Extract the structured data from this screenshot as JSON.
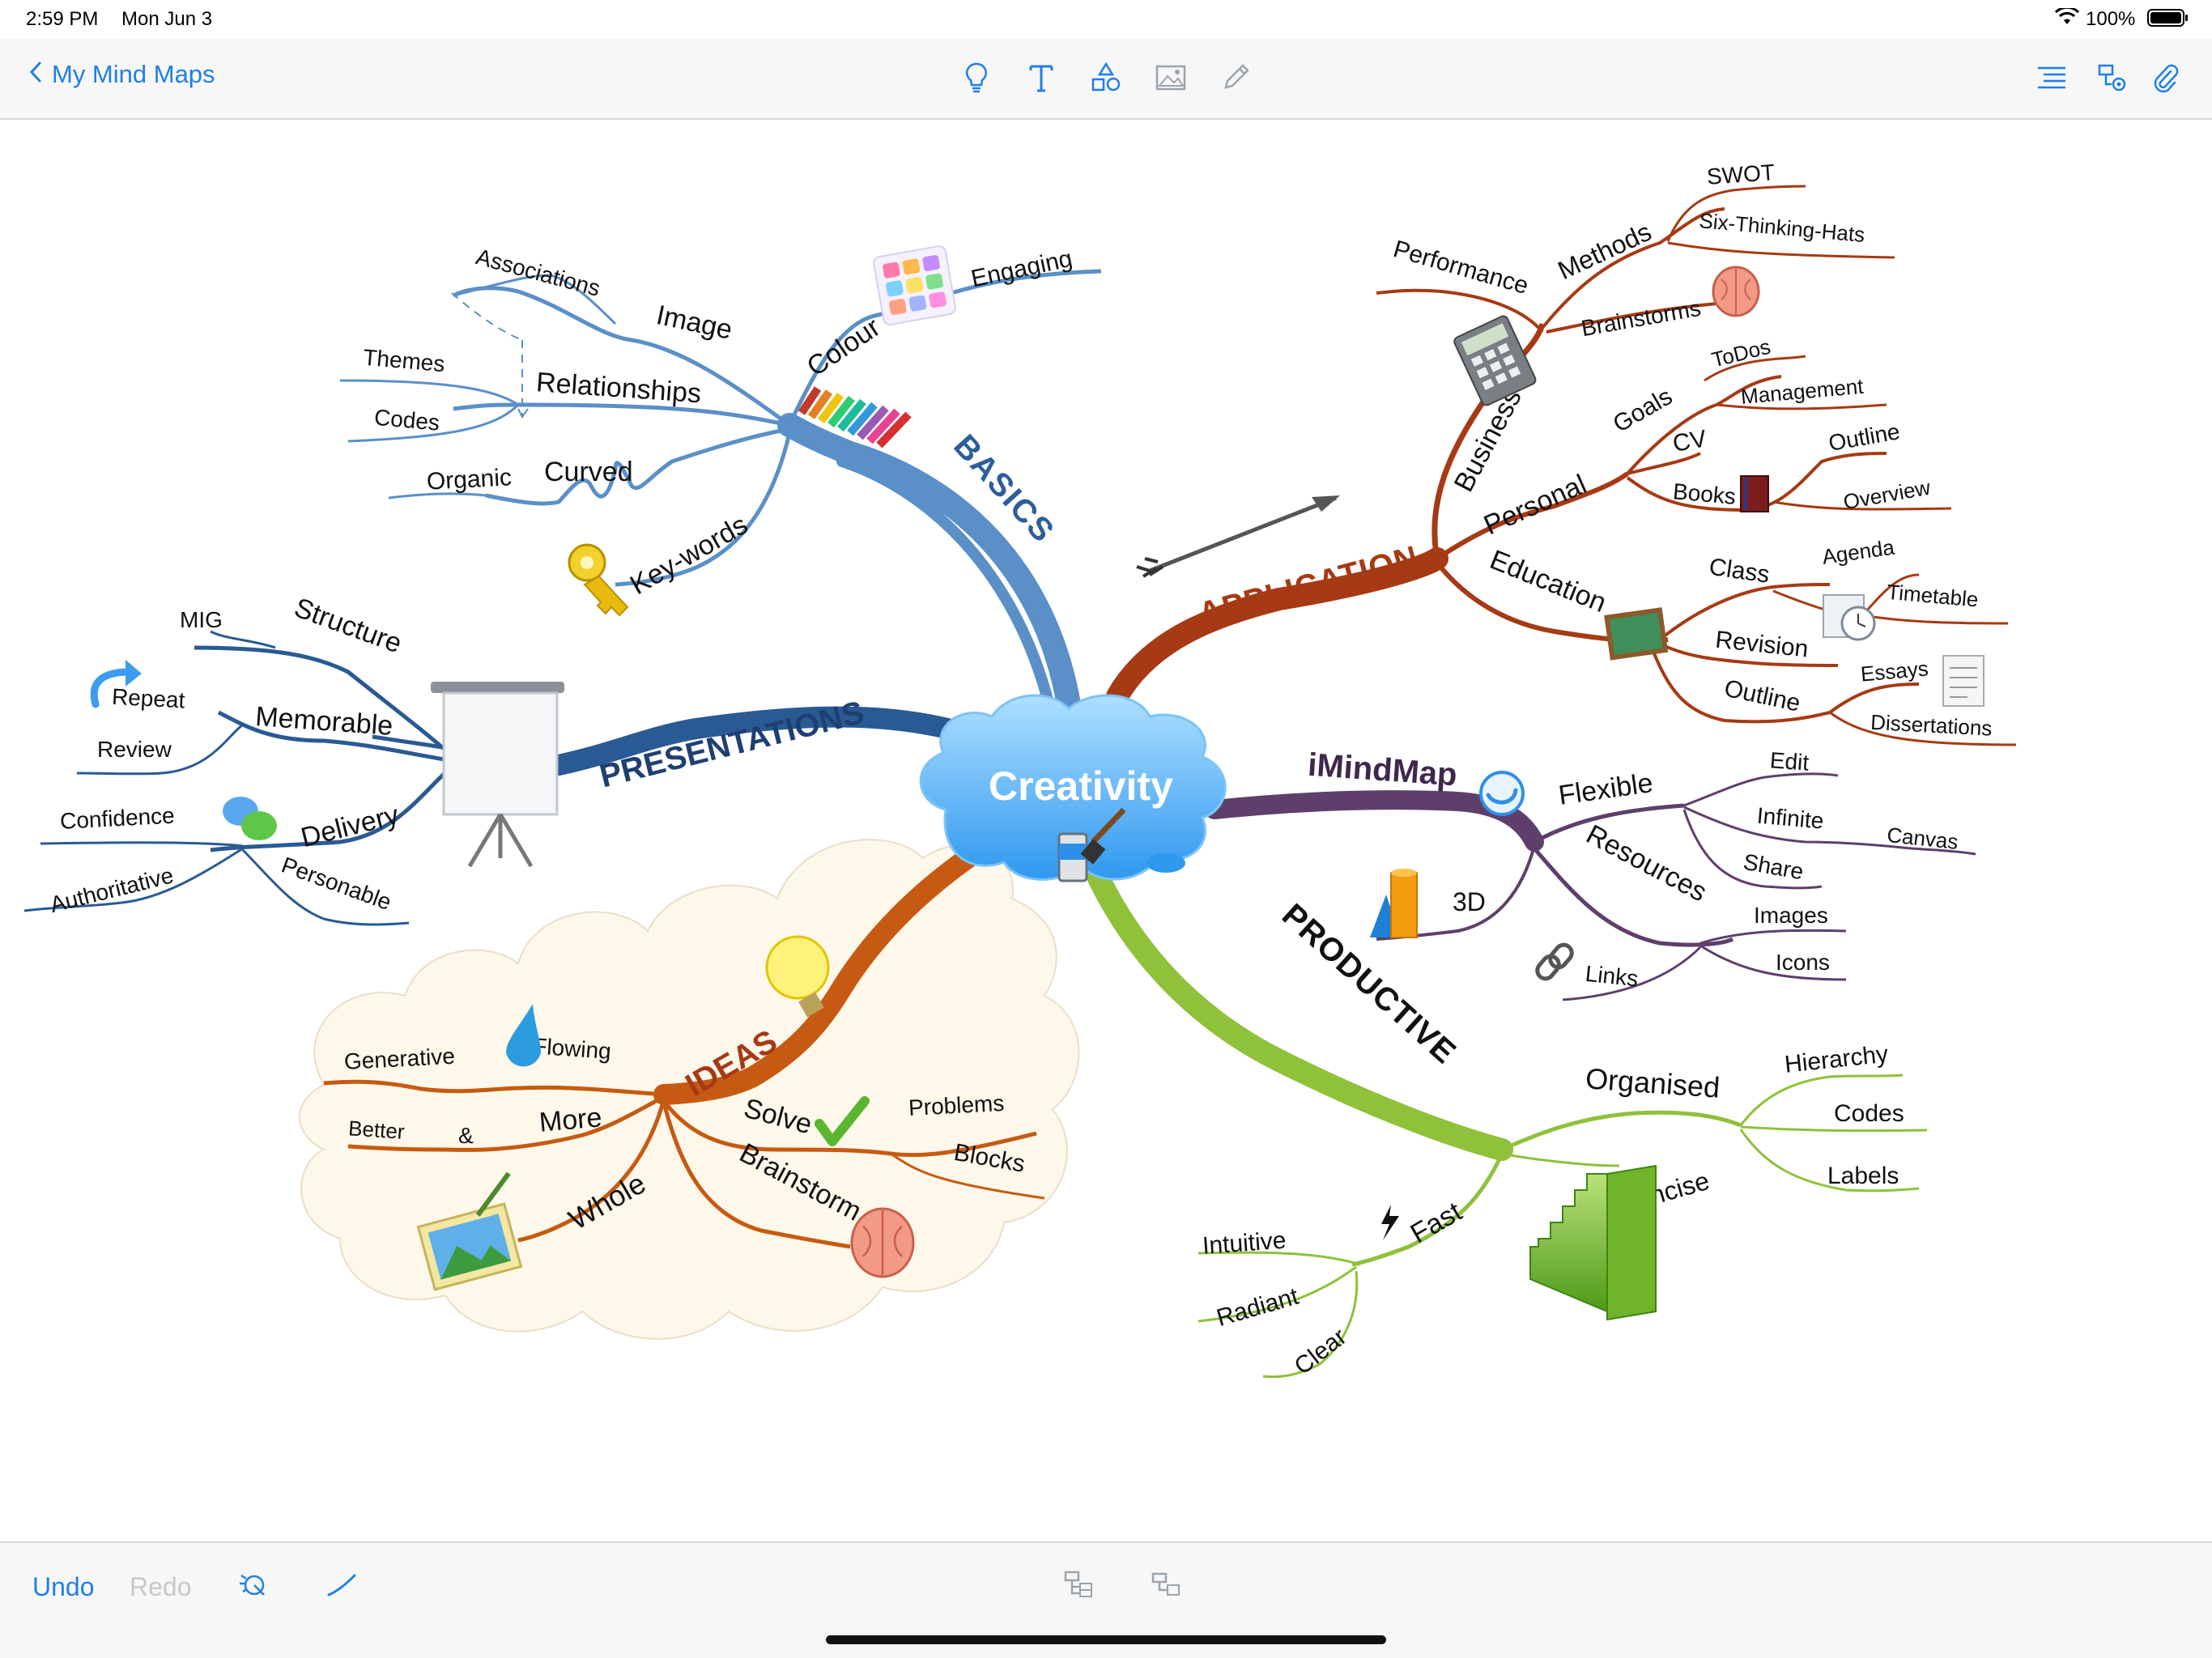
{
  "status": {
    "time": "2:59 PM",
    "date": "Mon Jun 3",
    "battery": "100%"
  },
  "nav": {
    "back_label": "My Mind Maps"
  },
  "toolbar_icons": [
    "lightbulb-icon",
    "text-icon",
    "shapes-icon",
    "image-icon",
    "pencil-icon",
    "outline-list-icon",
    "settings-icon",
    "attachment-icon"
  ],
  "bottom": {
    "undo": "Undo",
    "redo": "Redo"
  },
  "colors": {
    "accent": "#1e7fe8",
    "basics": "#5b8fc7",
    "presentations": "#2a5a93",
    "application": "#a63a14",
    "imindmap": "#5e3f6b",
    "productive": "#8fc13a",
    "ideas": "#c75a12"
  },
  "map": {
    "center": "Creativity",
    "basics": {
      "label": "BASICS",
      "image": "Image",
      "associations": "Associations",
      "relationships": "Relationships",
      "themes": "Themes",
      "codes": "Codes",
      "curved": "Curved",
      "organic": "Organic",
      "keywords": "Key-words",
      "colour": "Colour",
      "engaging": "Engaging"
    },
    "presentations": {
      "label": "PRESENTATIONS",
      "structure": "Structure",
      "mig": "MIG",
      "memorable": "Memorable",
      "repeat": "Repeat",
      "review": "Review",
      "delivery": "Delivery",
      "confidence": "Confidence",
      "authoritative": "Authoritative",
      "personable": "Personable"
    },
    "application": {
      "label": "APPLICATION",
      "business": "Business",
      "performance": "Performance",
      "methods": "Methods",
      "swot": "SWOT",
      "six_hats": "Six-Thinking-Hats",
      "brainstorms": "Brainstorms",
      "personal": "Personal",
      "goals": "Goals",
      "todos": "ToDos",
      "management": "Management",
      "cv": "CV",
      "outline": "Outline",
      "books": "Books",
      "overview": "Overview",
      "education": "Education",
      "class": "Class",
      "agenda": "Agenda",
      "timetable": "Timetable",
      "revision": "Revision",
      "outline2": "Outline",
      "essays": "Essays",
      "dissertations": "Dissertations"
    },
    "imindmap": {
      "label": "iMindMap",
      "flexible": "Flexible",
      "edit": "Edit",
      "infinite": "Infinite",
      "canvas": "Canvas",
      "share": "Share",
      "threed": "3D",
      "resources": "Resources",
      "images": "Images",
      "icons": "Icons",
      "links": "Links"
    },
    "productive": {
      "label": "PRODUCTIVE",
      "organised": "Organised",
      "hierarchy": "Hierarchy",
      "codes": "Codes",
      "labels": "Labels",
      "concise": "Concise",
      "fast": "Fast",
      "intuitive": "Intuitive",
      "radiant": "Radiant",
      "clear": "Clear"
    },
    "ideas": {
      "label": "IDEAS",
      "flowing": "Flowing",
      "generative": "Generative",
      "more": "More",
      "better": "Better",
      "amp": "&",
      "whole": "Whole",
      "solve": "Solve",
      "problems": "Problems",
      "blocks": "Blocks",
      "brainstorm": "Brainstorm"
    }
  }
}
